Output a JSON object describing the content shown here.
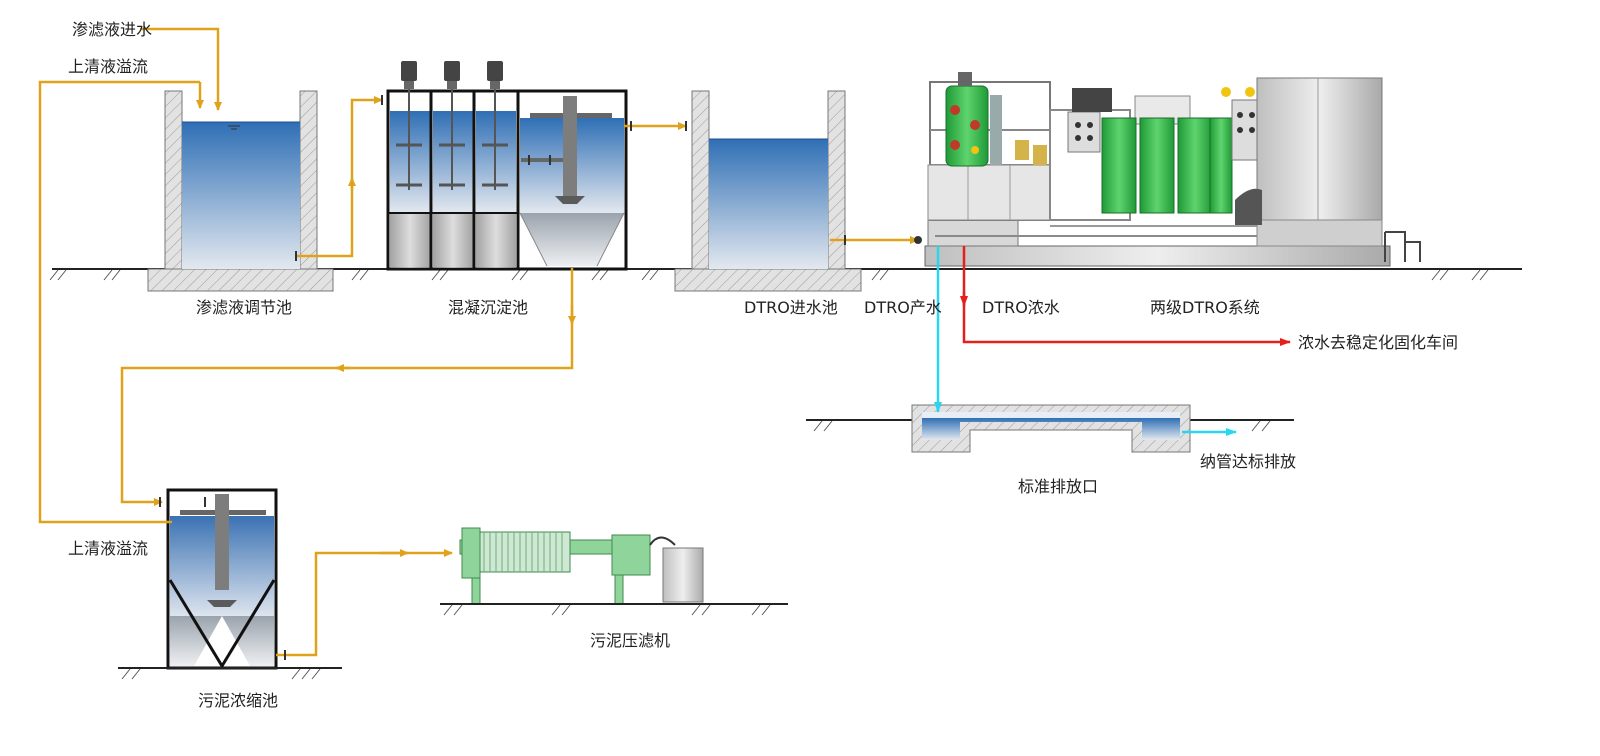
{
  "labels": {
    "leachate_inlet": "渗滤液进水",
    "supernatant_overflow_top": "上清液溢流",
    "regulating_tank": "渗滤液调节池",
    "coag_tank": "混凝沉淀池",
    "dtro_inlet_tank": "DTRO进水池",
    "dtro_permeate": "DTRO产水",
    "dtro_concentrate": "DTRO浓水",
    "two_stage_dtro": "两级DTRO系统",
    "concentrate_dest": "浓水去稳定化固化车间",
    "outfall": "标准排放口",
    "discharge": "纳管达标排放",
    "supernatant_overflow_bottom": "上清液溢流",
    "sludge_thickener": "污泥浓缩池",
    "filter_press": "污泥压滤机"
  },
  "colors": {
    "pipe_main": "#e0a21a",
    "pipe_permeate": "#29d6f0",
    "pipe_concentrate": "#e3201b",
    "water_top": "#2f6fb5",
    "water_bottom": "#dfe6ef",
    "membrane_green": "#2fb84a",
    "press_green": "#8fd49b"
  },
  "icons": [
    "pump-motor-icon",
    "agitator-icon",
    "valve-icon",
    "dtro-skid-icon",
    "filter-press-icon"
  ]
}
